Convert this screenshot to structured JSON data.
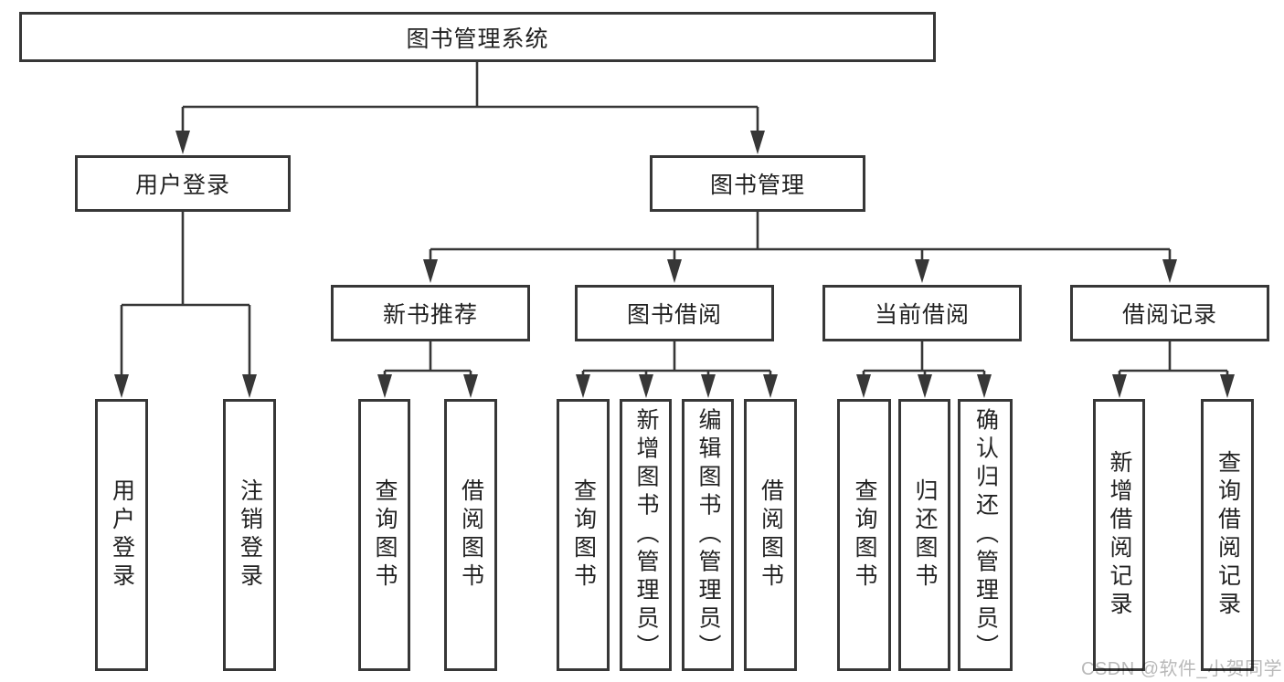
{
  "diagram": {
    "root": "图书管理系统",
    "branches": [
      {
        "label": "用户登录",
        "children": [
          "用户登录",
          "注销登录"
        ]
      },
      {
        "label": "图书管理",
        "sections": [
          {
            "label": "新书推荐",
            "children": [
              "查询图书",
              "借阅图书"
            ]
          },
          {
            "label": "图书借阅",
            "children": [
              "查询图书",
              "新增图书（管理员）",
              "编辑图书（管理员）",
              "借阅图书"
            ]
          },
          {
            "label": "当前借阅",
            "children": [
              "查询图书",
              "归还图书",
              "确认归还（管理员）"
            ]
          },
          {
            "label": "借阅记录",
            "children": [
              "新增借阅记录",
              "查询借阅记录"
            ]
          }
        ]
      }
    ]
  },
  "watermark": "CSDN @软件_小贺同学",
  "colors": {
    "line": "#373737",
    "box_border": "#373737",
    "text": "#222222",
    "watermark": "#b9b9b9",
    "background": "#ffffff"
  }
}
